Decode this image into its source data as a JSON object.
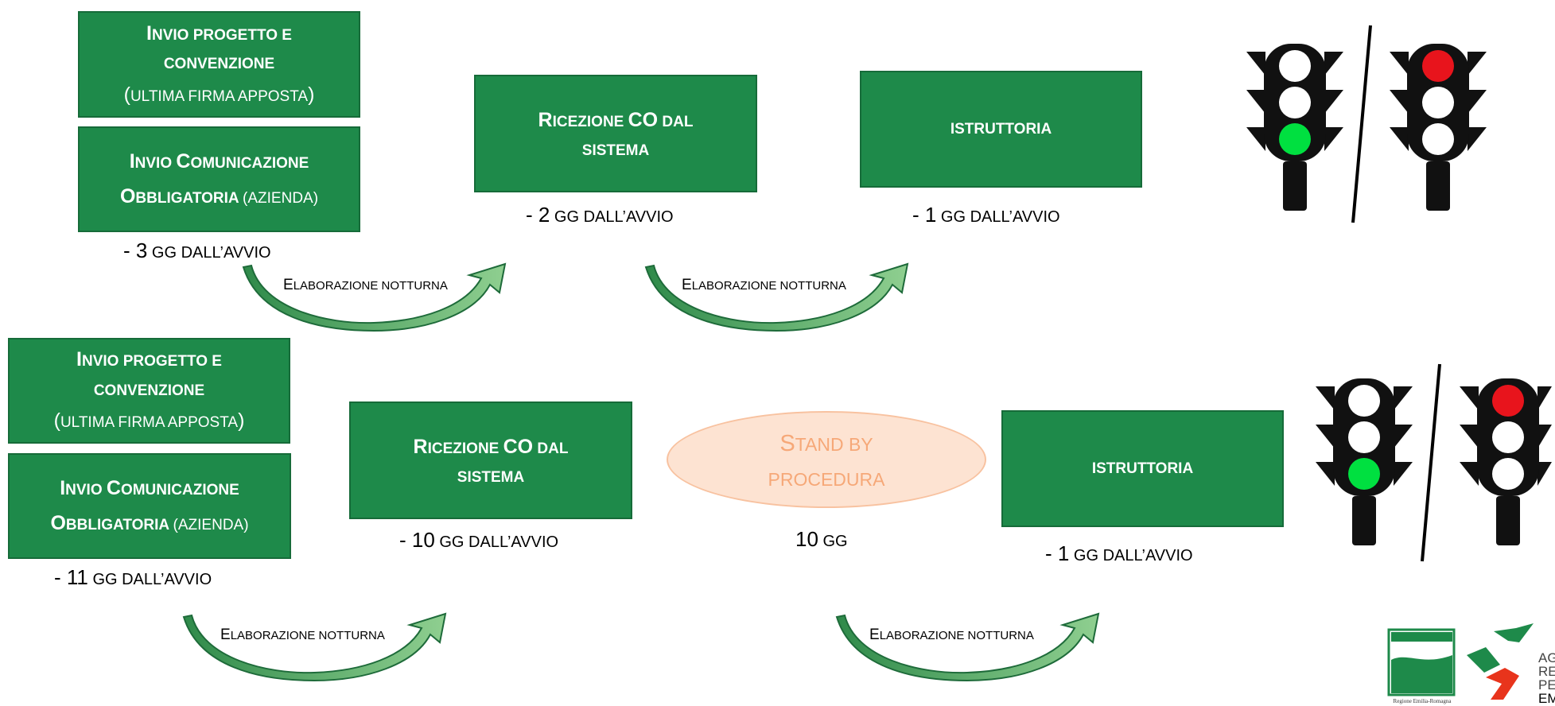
{
  "row1": {
    "box_invio_progetto": {
      "l1_first": "I",
      "l1_rest": "nvio progetto e",
      "l2": "convenzione",
      "l3_paren_open": "(",
      "l3": "ultima firma apposta",
      "l3_paren_close": ")"
    },
    "box_invio_co": {
      "l1_first": "I",
      "l1_rest": "nvio ",
      "l1b_first": "C",
      "l1b_rest": "omunicazione",
      "l2_first": "O",
      "l2_rest": "bbligatoria",
      "l2_paren": "(azienda)"
    },
    "note_left": {
      "prefix": "- 3",
      "rest": "gg dall’avvio"
    },
    "box_ricezione": {
      "l1_first": "R",
      "l1_rest": "icezione ",
      "l1_co": "CO",
      "l1_dal": " dal",
      "l2": "sistema"
    },
    "note_mid": {
      "prefix": "- 2",
      "rest": "gg dall’avvio"
    },
    "box_istruttoria": {
      "label": "istruttoria"
    },
    "note_right": {
      "prefix": "- 1",
      "rest": "gg dall’avvio"
    },
    "arrow1": {
      "first": "E",
      "rest": "laborazione notturna"
    },
    "arrow2": {
      "first": "E",
      "rest": "laborazione notturna"
    }
  },
  "row2": {
    "box_invio_progetto": {
      "l1_first": "I",
      "l1_rest": "nvio progetto e",
      "l2": "convenzione",
      "l3_paren_open": "(",
      "l3": "ultima firma apposta",
      "l3_paren_close": ")"
    },
    "box_invio_co": {
      "l1_first": "I",
      "l1_rest": "nvio ",
      "l1b_first": "C",
      "l1b_rest": "omunicazione",
      "l2_first": "O",
      "l2_rest": "bbligatoria",
      "l2_paren": "(azienda)"
    },
    "note_left": {
      "prefix": "- 11",
      "rest": "gg dall’avvio"
    },
    "box_ricezione": {
      "l1_first": "R",
      "l1_rest": "icezione ",
      "l1_co": "CO",
      "l1_dal": " dal",
      "l2": "sistema"
    },
    "note_mid": {
      "prefix": "- 10",
      "rest": "gg dall’avvio"
    },
    "standby": {
      "l1_first": "S",
      "l1_rest": "tand by",
      "l2": "procedura"
    },
    "note_standby": {
      "prefix": "10",
      "rest": "gg"
    },
    "box_istruttoria": {
      "label": "istruttoria"
    },
    "note_right": {
      "prefix": "- 1",
      "rest": "gg dall’avvio"
    },
    "arrow1": {
      "first": "E",
      "rest": "laborazione notturna"
    },
    "arrow2": {
      "first": "E",
      "rest": "laborazione notturna"
    }
  },
  "logo": {
    "text_lines": [
      "AGE",
      "REG",
      "PER",
      "EMIL"
    ],
    "caption": "Regione Emilia-Romagna"
  },
  "colors": {
    "box_green": "#1e8a4a",
    "standby_fill": "#fde3d2",
    "standby_text": "#f6a878",
    "light_green": "#00e040",
    "light_red": "#e8141c"
  }
}
